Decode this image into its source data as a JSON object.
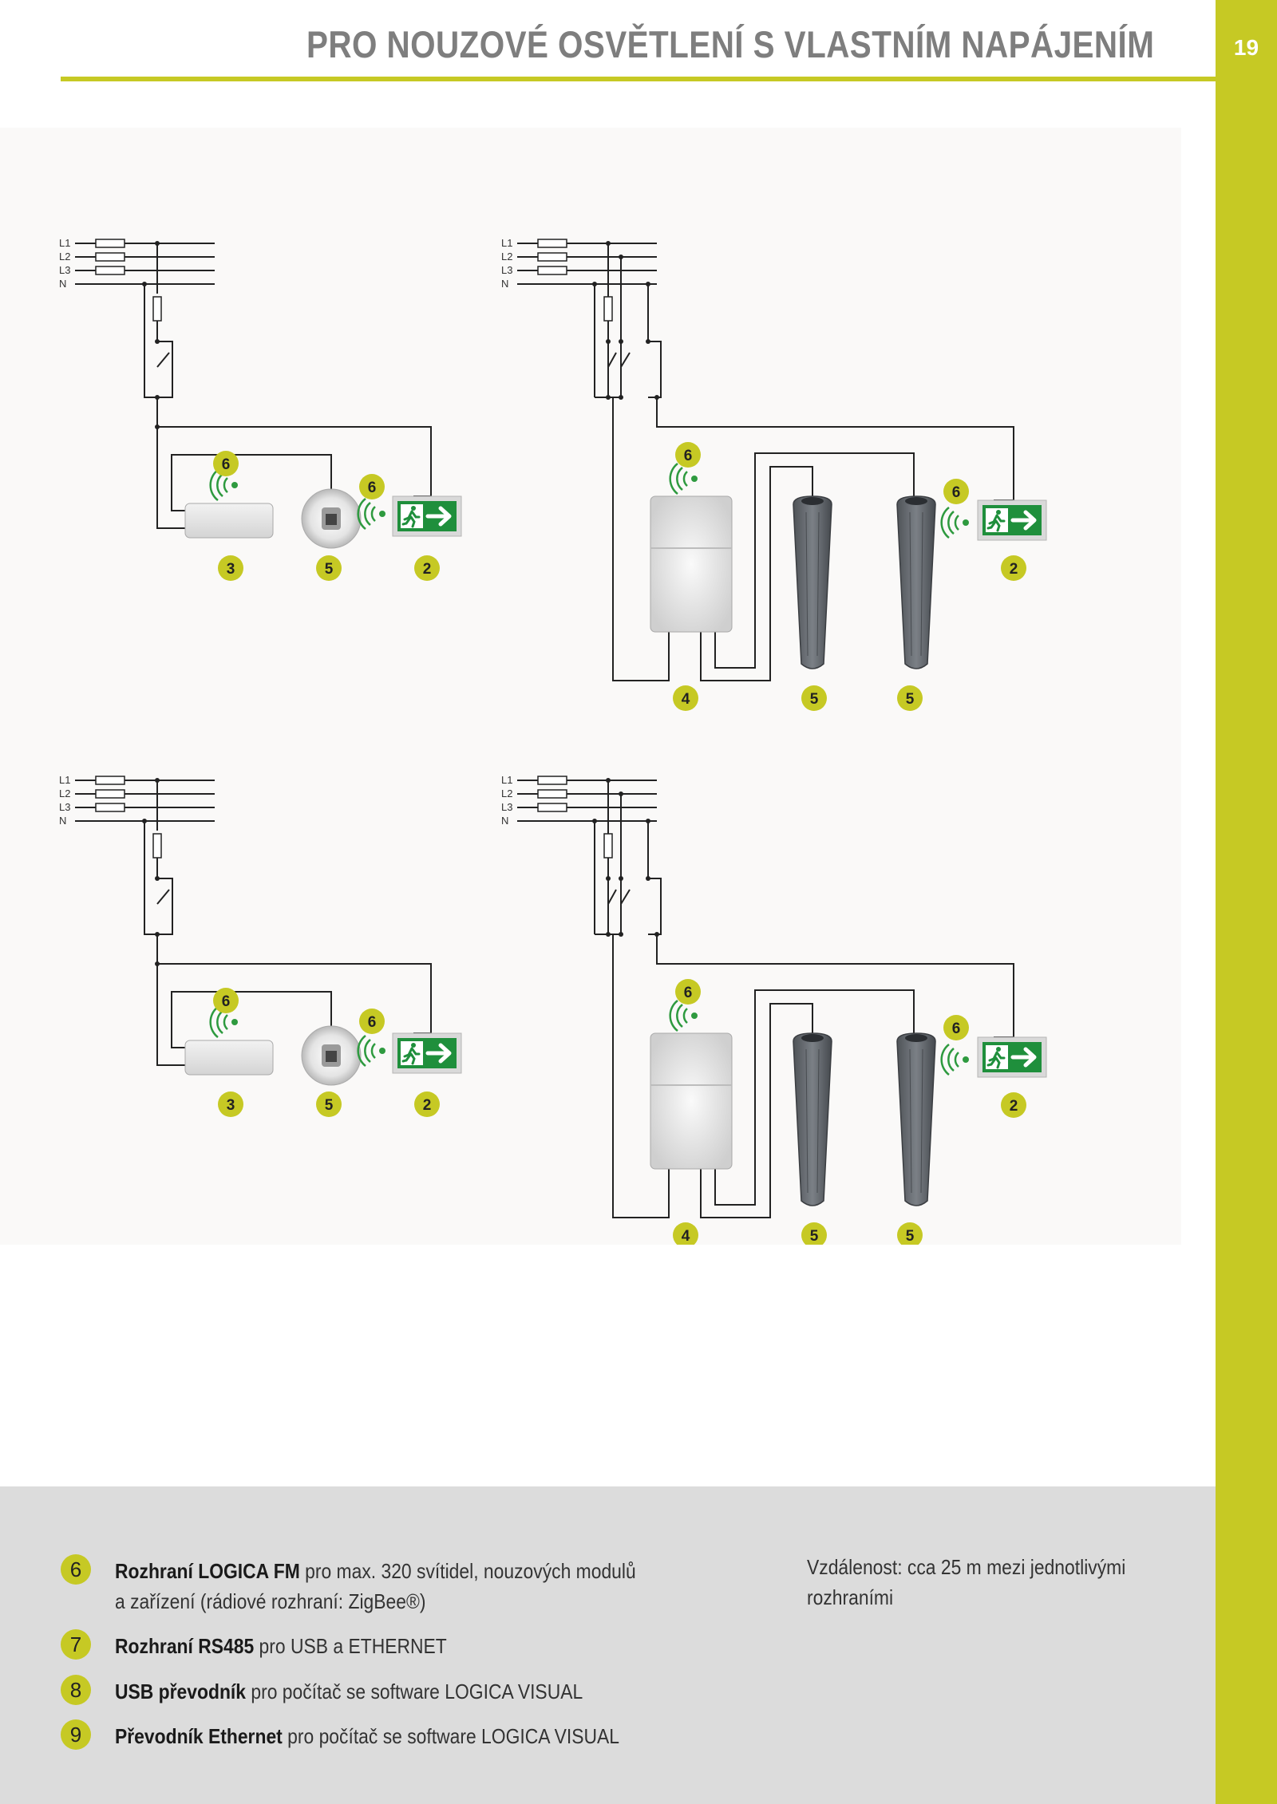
{
  "header": {
    "title": "PRO NOUZOVÉ OSVĚTLENÍ S VLASTNÍM NAPÁJENÍM",
    "page_number": "19"
  },
  "colors": {
    "accent": "#c6c924",
    "title_gray": "#7e7e7e",
    "exit_green": "#1f8f3c",
    "legend_bg": "#dcdcdc"
  },
  "diagrams": [
    {
      "phase_labels": [
        "L1",
        "L2",
        "L3",
        "N"
      ],
      "callouts": [
        "6",
        "6",
        "3",
        "5",
        "2"
      ]
    },
    {
      "phase_labels": [
        "L1",
        "L2",
        "L3",
        "N"
      ],
      "callouts": [
        "6",
        "6",
        "4",
        "5",
        "5",
        "2"
      ]
    },
    {
      "phase_labels": [
        "L1",
        "L2",
        "L3",
        "N"
      ],
      "callouts": [
        "6",
        "6",
        "3",
        "5",
        "2"
      ]
    },
    {
      "phase_labels": [
        "L1",
        "L2",
        "L3",
        "N"
      ],
      "callouts": [
        "6",
        "6",
        "4",
        "5",
        "5",
        "2"
      ]
    }
  ],
  "legend": {
    "items": [
      {
        "num": "6",
        "bold": "Rozhraní LOGICA FM",
        "text": " pro max. 320 svítidel, nouzových modulů",
        "line2": "a zařízení (rádiové rozhraní: ZigBee®)"
      },
      {
        "num": "7",
        "bold": "Rozhraní RS485",
        "text": " pro USB a ETHERNET",
        "line2": ""
      },
      {
        "num": "8",
        "bold": "USB převodník",
        "text": " pro počítač se software LOGICA VISUAL",
        "line2": ""
      },
      {
        "num": "9",
        "bold": "Převodník Ethernet",
        "text": " pro počítač se software LOGICA VISUAL",
        "line2": ""
      }
    ],
    "note_line1": "Vzdálenost: cca 25 m mezi jednotlivými",
    "note_line2": "rozhraními"
  }
}
